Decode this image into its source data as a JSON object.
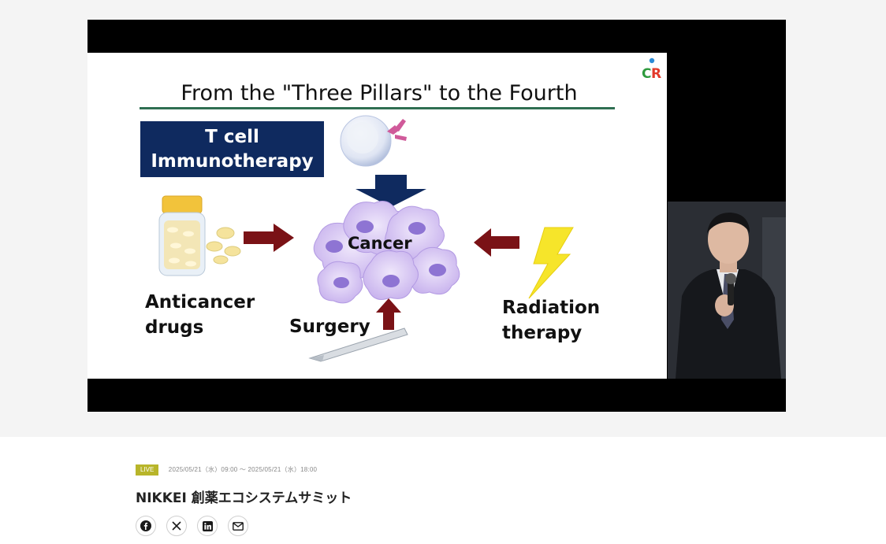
{
  "video": {
    "slide": {
      "title": "From the \"Three Pillars\" to the Fourth",
      "tcell_line1": "T cell",
      "tcell_line2": "Immunotherapy",
      "cancer_label": "Cancer",
      "anticancer_line1": "Anticancer",
      "anticancer_line2": "drugs",
      "surgery_label": "Surgery",
      "radiation_line1": "Radiation",
      "radiation_line2": "therapy",
      "logo_text": "CR"
    },
    "colors": {
      "title_rule": "#2f6f52",
      "tcell_box": "#0f2a5f",
      "arrow_dark_red": "#7a1216",
      "arrow_navy": "#0f2a5f",
      "cancer_cell": "#c9b3ee",
      "lightning": "#f6e52a"
    }
  },
  "meta": {
    "badge": "LIVE",
    "date": "2025/05/21（水）09:00 ～ 2025/05/21（水）18:00",
    "title": "NIKKEI 創薬エコシステムサミット"
  },
  "share": {
    "facebook": "facebook-icon",
    "x": "x-icon",
    "linkedin": "linkedin-icon",
    "mail": "mail-icon"
  }
}
